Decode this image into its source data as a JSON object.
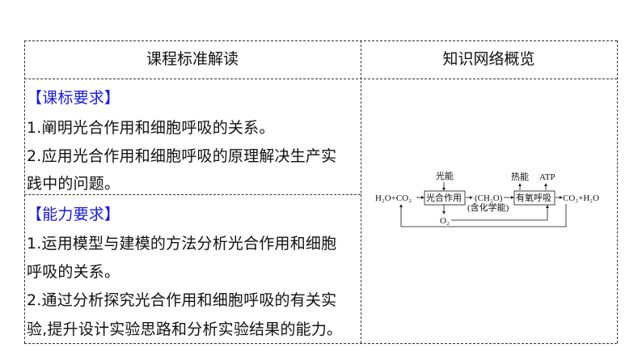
{
  "table": {
    "headers": [
      "课程标准解读",
      "知识网络概览"
    ],
    "sections": [
      {
        "title": "【课标要求】",
        "lines": [
          "1.阐明光合作用和细胞呼吸的关系。",
          "2.应用光合作用和细胞呼吸的原理解决生产实",
          "践中的问题。"
        ]
      },
      {
        "title": "【能力要求】",
        "lines": [
          "1.运用模型与建模的方法分析光合作用和细胞",
          "呼吸的关系。",
          "2.通过分析探究光合作用和细胞呼吸的有关实",
          "验,提升设计实验思路和分析实验结果的能力。"
        ]
      }
    ]
  },
  "diagram": {
    "input": "H₂O+CO₂",
    "light": "光能",
    "photosynthesis": "光合作用",
    "product": "(CH₂O)",
    "product_note": "(含化学能)",
    "oxygen": "O₂",
    "respiration": "有氧呼吸",
    "heat": "热能",
    "atp": "ATP",
    "output": "CO₂+H₂O"
  },
  "colors": {
    "accent": "#1a1adb"
  }
}
